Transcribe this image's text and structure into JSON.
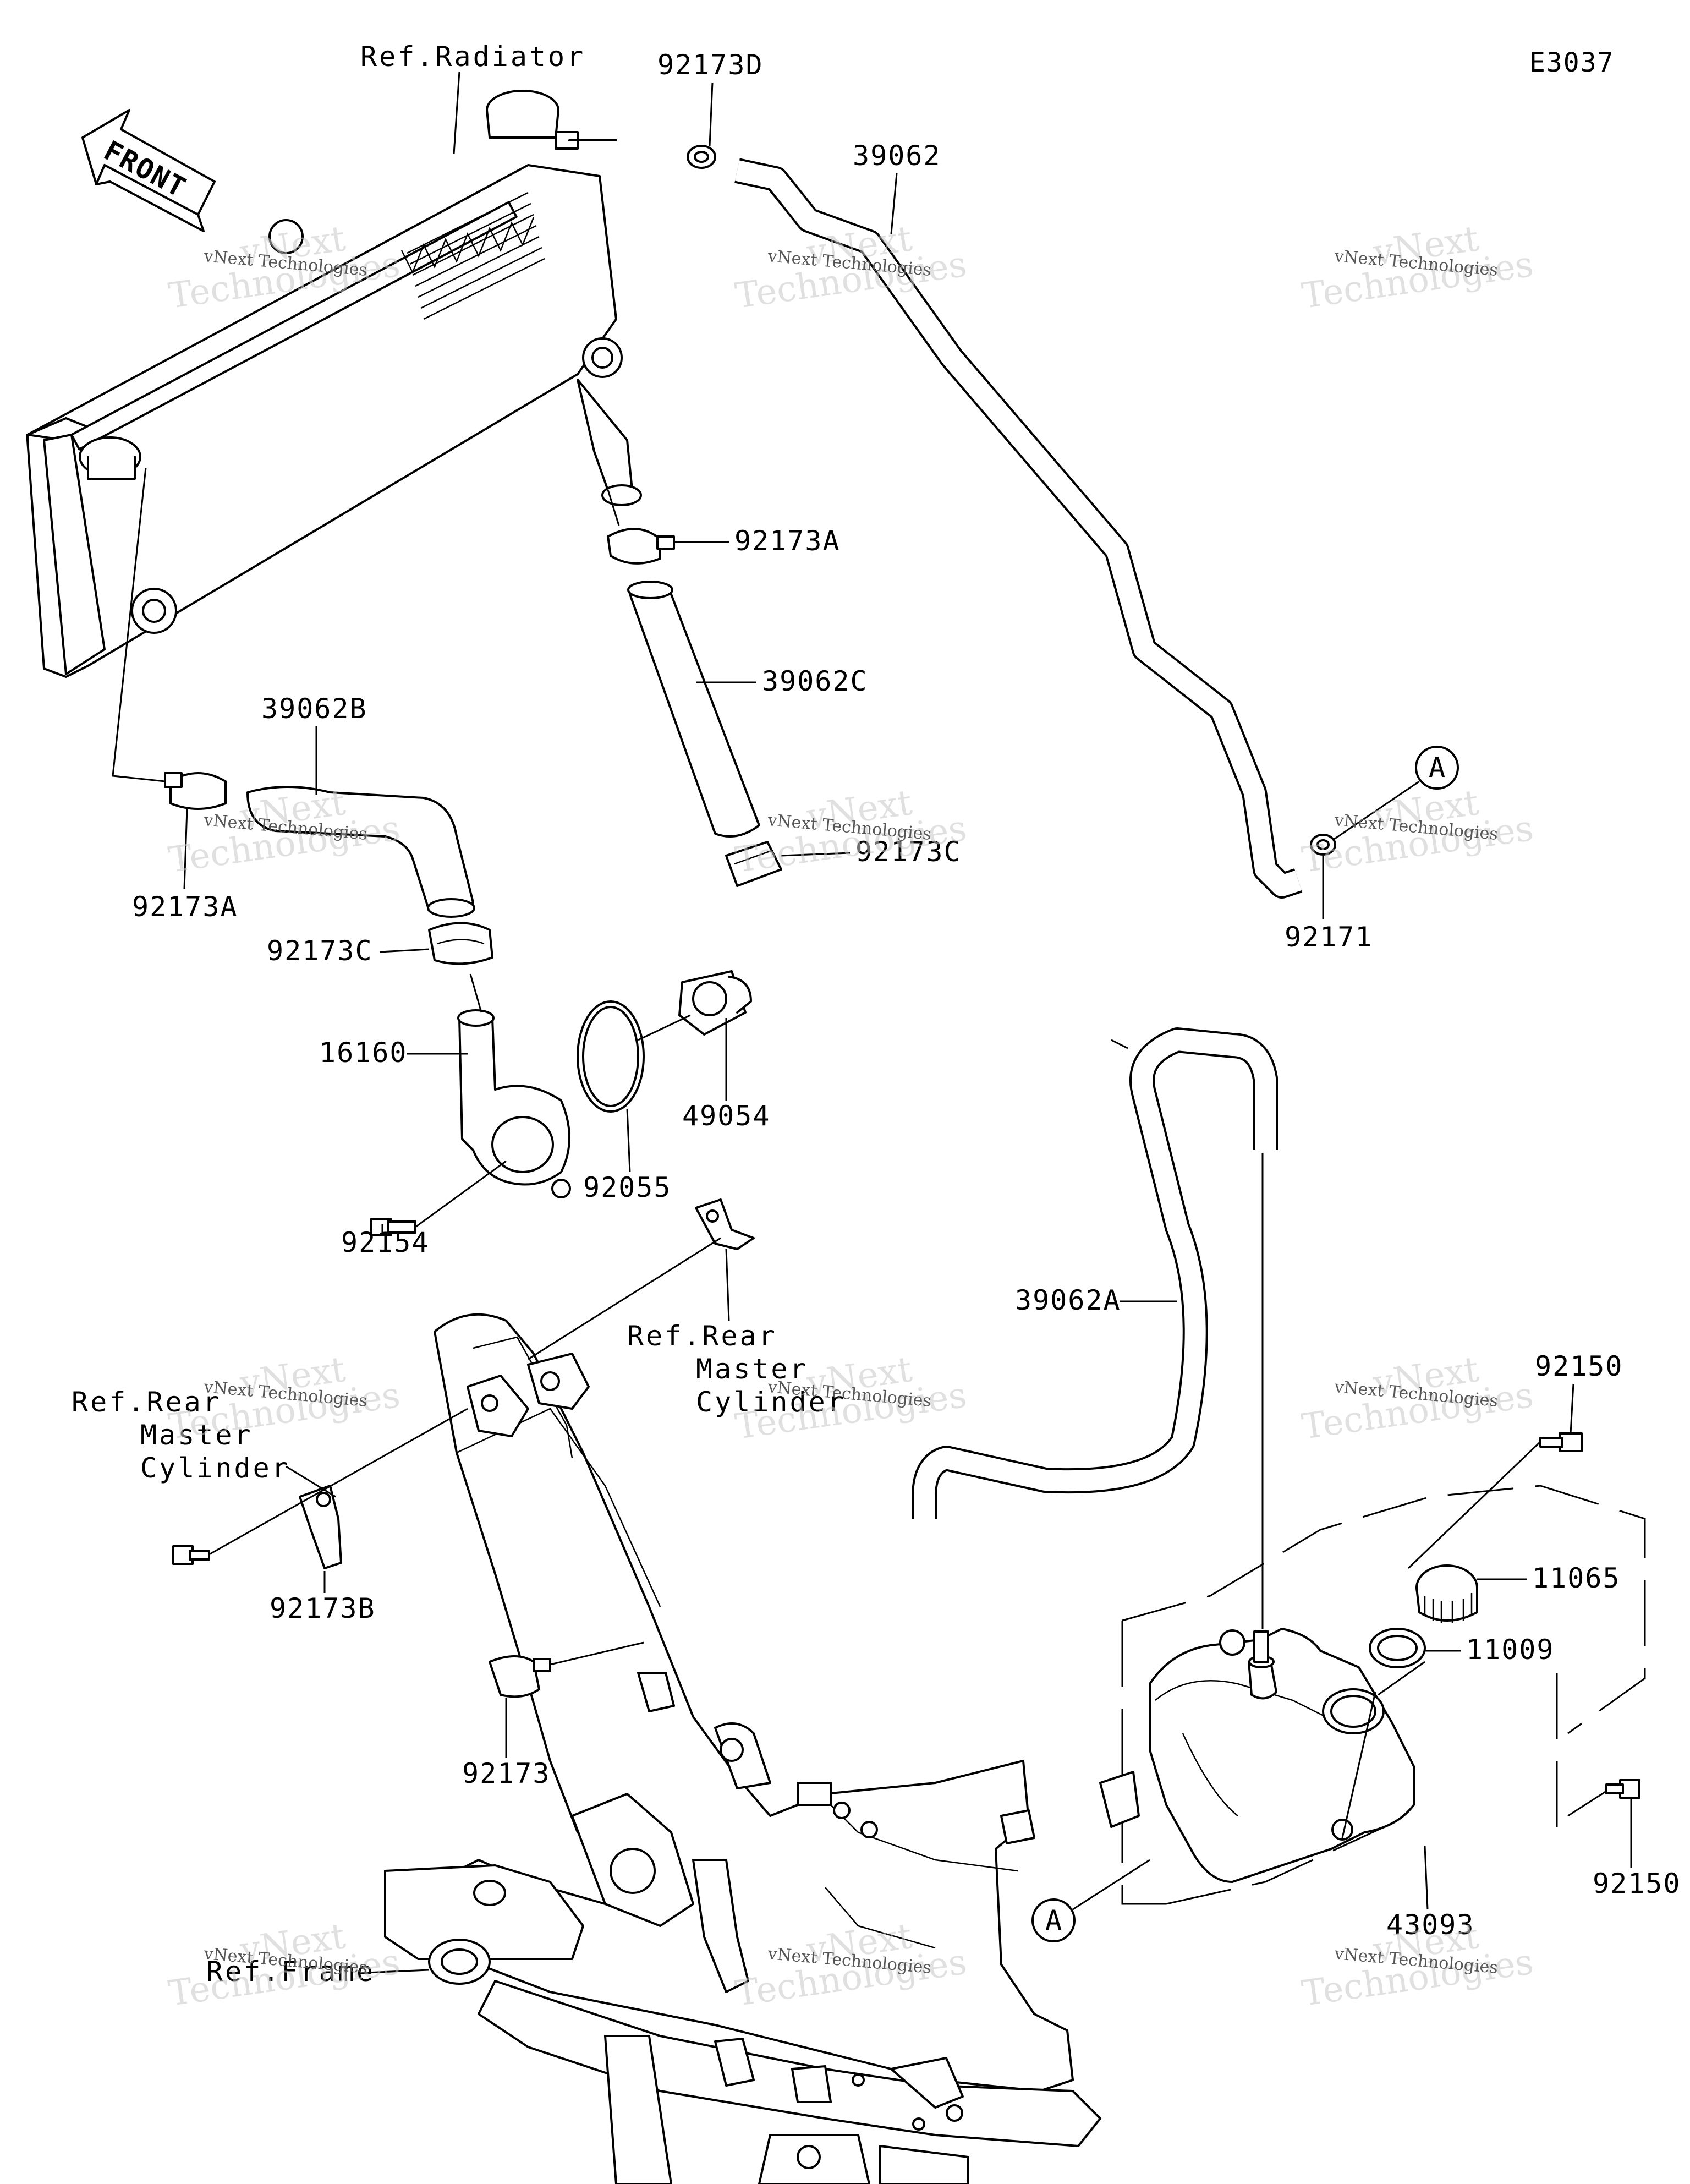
{
  "diagram_code": "E3037",
  "front_arrow": "FRONT",
  "ref_radiator": "Ref.Radiator",
  "ref_rear_master_cyl_1": [
    "Ref.Rear",
    "Master",
    "Cylinder"
  ],
  "ref_rear_master_cyl_2": [
    "Ref.Rear",
    "Master",
    "Cylinder"
  ],
  "ref_frame": "Ref.Frame",
  "connector_marker": "A",
  "parts": {
    "p92173D": "92173D",
    "p39062": "39062",
    "p92173A_top": "92173A",
    "p39062C": "39062C",
    "p92173C_top": "92173C",
    "p92171": "92171",
    "p39062B": "39062B",
    "p92173A_left": "92173A",
    "p92173C_left": "92173C",
    "p16160": "16160",
    "p49054": "49054",
    "p92055": "92055",
    "p92154": "92154",
    "p39062A": "39062A",
    "p92150_top": "92150",
    "p11065": "11065",
    "p11009": "11009",
    "p92173B": "92173B",
    "p92173": "92173",
    "p92150_right": "92150",
    "p43093": "43093"
  },
  "watermark": {
    "big_line1": "vNext",
    "big_line2": "Technologies",
    "small": "vNext Technologies"
  }
}
